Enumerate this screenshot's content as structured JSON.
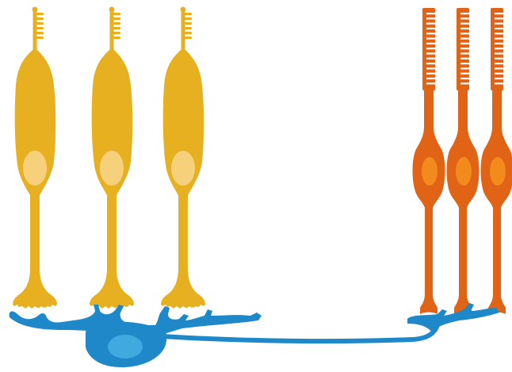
{
  "diagram": {
    "colors": {
      "cone": "#E7B021",
      "cone_nucleus": "#F6D07B",
      "rod": "#E06316",
      "rod_nucleus": "#F28A1E",
      "bipolar": "#1E88C8",
      "bipolar_nucleus": "#40A9E0"
    },
    "cones": {
      "count": 3
    },
    "rods": {
      "count": 3
    },
    "bipolar_cell": {
      "count": 1
    }
  }
}
